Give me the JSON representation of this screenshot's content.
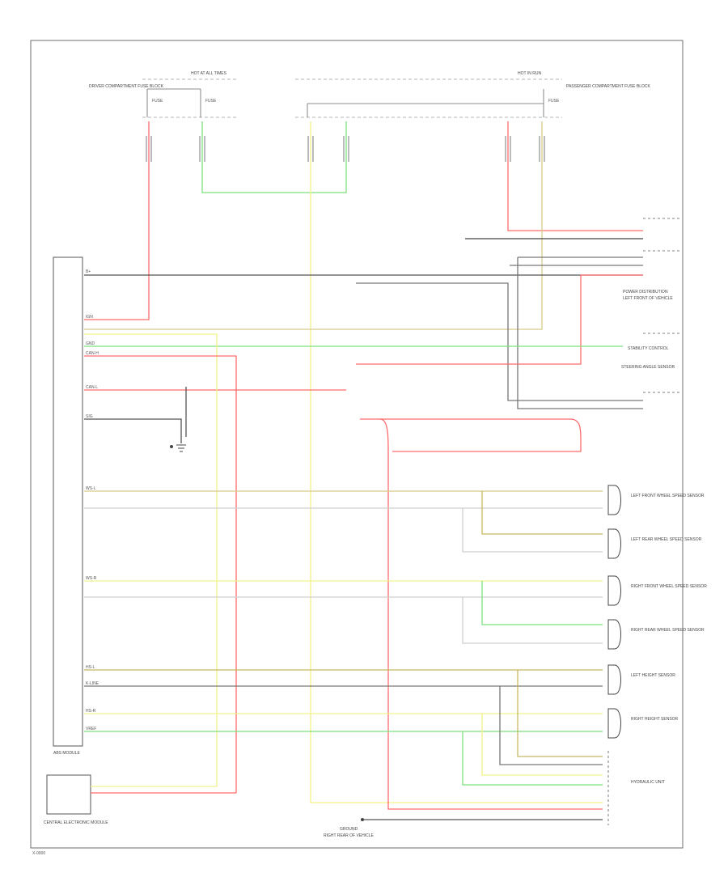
{
  "colors": {
    "red": "#ff6b6b",
    "green": "#7ee07e",
    "yellow": "#f2f28a",
    "gray": "#8c8c8c",
    "black": "#333333",
    "tan": "#d6c98a",
    "white": "#cfcfcf"
  },
  "labels": {
    "left_fuse_block_title": "HOT AT ALL TIMES",
    "left_fuse_block_sub": "DRIVER COMPARTMENT FUSE BLOCK",
    "right_fuse_block_title": "HOT IN RUN",
    "right_fuse_block_sub": "PASSENGER COMPARTMENT FUSE BLOCK",
    "fuse_a": "FUSE",
    "fuse_b": "FUSE",
    "fuse_c": "FUSE",
    "right_connector_1": "POWER DISTRIBUTION",
    "right_connector_2": "LEFT FRONT OF VEHICLE",
    "right_connector_3": "STEERING ANGLE SENSOR",
    "right_connector_4": "STABILITY CONTROL",
    "left_front_sensor": "LEFT FRONT WHEEL SPEED SENSOR",
    "left_rear_sensor": "LEFT REAR WHEEL SPEED SENSOR",
    "right_front_sensor": "RIGHT FRONT WHEEL SPEED SENSOR",
    "right_rear_sensor": "RIGHT REAR WHEEL SPEED SENSOR",
    "left_height_sensor": "LEFT HEIGHT SENSOR",
    "right_height_sensor": "RIGHT HEIGHT SENSOR",
    "hydraulic_unit": "HYDRAULIC UNIT",
    "ground_label": "GROUND",
    "ground_sub": "RIGHT REAR OF VEHICLE",
    "module_label": "ABS MODULE",
    "central_module_label": "CENTRAL ELECTRONIC MODULE",
    "pin_labels": [
      "B+",
      "IGN",
      "GND",
      "CAN-H",
      "CAN-L",
      "WS-L",
      "WS-R",
      "HS-L",
      "HS-R",
      "VREF",
      "SIG",
      "K-LINE"
    ],
    "footer_code": "X-0000"
  }
}
